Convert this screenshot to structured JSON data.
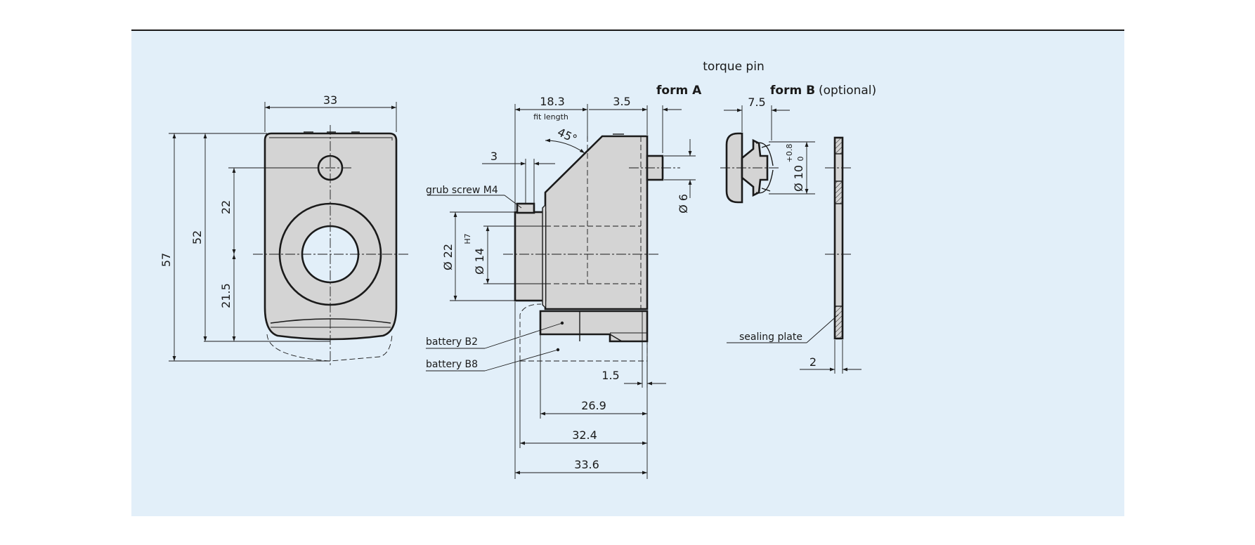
{
  "headings": {
    "torque_pin": "torque pin",
    "form_a": "form  A",
    "form_b": "form  B",
    "optional": "(optional)"
  },
  "labels": {
    "grub_screw": "grub screw  M4",
    "battery_b2": "battery B2",
    "battery_b8": "battery B8",
    "sealing_plate": "sealing plate",
    "fit_length": "fit length"
  },
  "dimensions": {
    "width_33": "33",
    "height_57": "57",
    "height_52": "52",
    "d_22": "22",
    "d_21_5": "21.5",
    "fit_18_3": "18.3",
    "d_3_5": "3.5",
    "d_3": "3",
    "angle_45": "45°",
    "dia_22": "Ø 22",
    "dia_14": "Ø 14",
    "h7": "H7",
    "dia_6": "Ø 6",
    "dia_10": "Ø 10",
    "tol_upper": "+0.8",
    "tol_lower": "0",
    "d_7_5": "7.5",
    "d_1_5": "1.5",
    "d_26_9": "26.9",
    "d_32_4": "32.4",
    "d_33_6": "33.6",
    "d_2": "2"
  }
}
